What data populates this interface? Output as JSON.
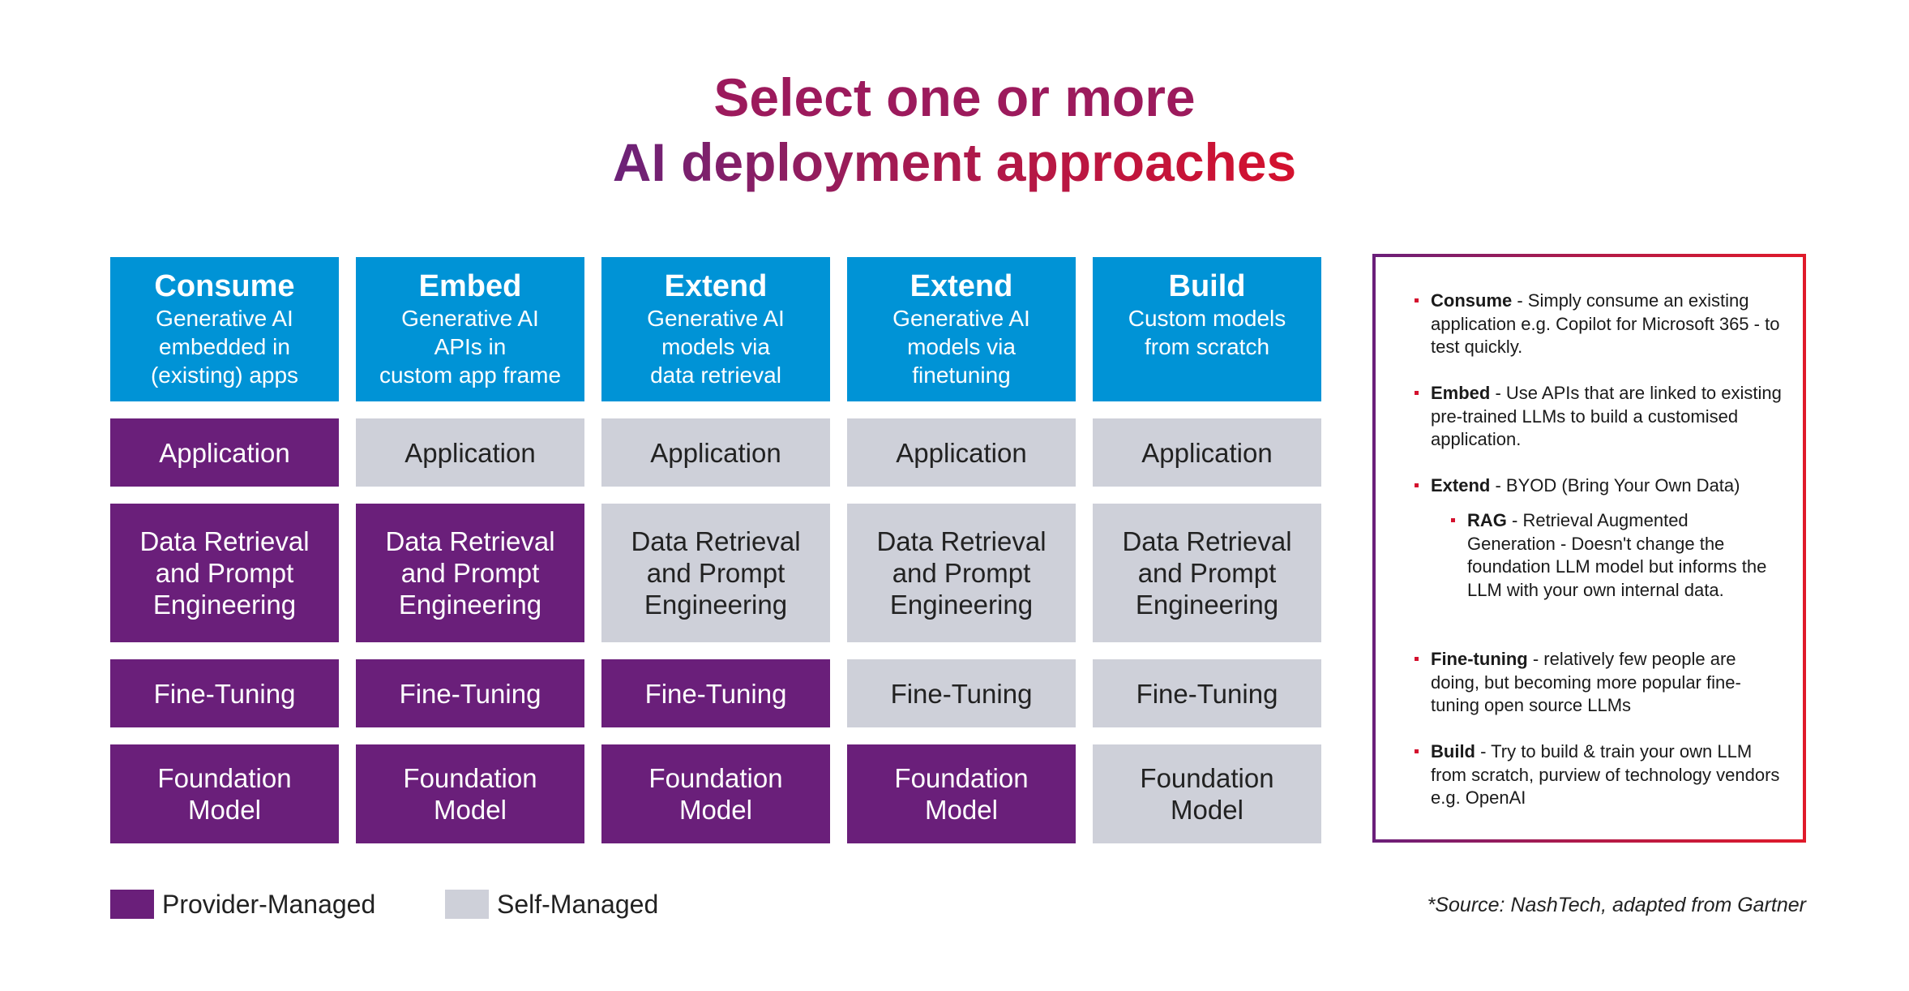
{
  "title": {
    "line1": "Select one or more",
    "line2": "AI deployment approaches"
  },
  "columns": [
    {
      "title": "Consume",
      "subtitle": [
        "Generative AI",
        "embedded in",
        "(existing) apps"
      ],
      "layers": [
        {
          "label": "Application",
          "managed": "provider"
        },
        {
          "label": "Data Retrieval and Prompt Engineering",
          "managed": "provider"
        },
        {
          "label": "Fine-Tuning",
          "managed": "provider"
        },
        {
          "label": "Foundation Model",
          "managed": "provider"
        }
      ]
    },
    {
      "title": "Embed",
      "subtitle": [
        "Generative AI",
        "APIs in",
        "custom app frame"
      ],
      "layers": [
        {
          "label": "Application",
          "managed": "self"
        },
        {
          "label": "Data Retrieval and Prompt Engineering",
          "managed": "provider"
        },
        {
          "label": "Fine-Tuning",
          "managed": "provider"
        },
        {
          "label": "Foundation Model",
          "managed": "provider"
        }
      ]
    },
    {
      "title": "Extend",
      "subtitle": [
        "Generative AI",
        "models via",
        "data retrieval"
      ],
      "layers": [
        {
          "label": "Application",
          "managed": "self"
        },
        {
          "label": "Data Retrieval and Prompt Engineering",
          "managed": "self"
        },
        {
          "label": "Fine-Tuning",
          "managed": "provider"
        },
        {
          "label": "Foundation Model",
          "managed": "provider"
        }
      ]
    },
    {
      "title": "Extend",
      "subtitle": [
        "Generative AI",
        "models via",
        "finetuning"
      ],
      "layers": [
        {
          "label": "Application",
          "managed": "self"
        },
        {
          "label": "Data Retrieval and Prompt Engineering",
          "managed": "self"
        },
        {
          "label": "Fine-Tuning",
          "managed": "self"
        },
        {
          "label": "Foundation Model",
          "managed": "provider"
        }
      ]
    },
    {
      "title": "Build",
      "subtitle": [
        "Custom models",
        "from scratch"
      ],
      "layers": [
        {
          "label": "Application",
          "managed": "self"
        },
        {
          "label": "Data Retrieval and Prompt Engineering",
          "managed": "self"
        },
        {
          "label": "Fine-Tuning",
          "managed": "self"
        },
        {
          "label": "Foundation Model",
          "managed": "self"
        }
      ]
    }
  ],
  "notes": [
    {
      "term": "Consume",
      "text": " - Simply consume an existing application e.g. Copilot for Microsoft 365 - to test quickly."
    },
    {
      "term": "Embed",
      "text": " - Use APIs that are linked to existing pre-trained LLMs to build a customised application."
    },
    {
      "term": "Extend",
      "text": " - BYOD (Bring Your Own Data)"
    },
    {
      "term": "RAG",
      "text": " - Retrieval Augmented Generation - Doesn't change the foundation LLM model but informs the LLM with your own internal data."
    },
    {
      "term": "Fine-tuning",
      "text": " - relatively few people are doing, but becoming more popular fine-tuning open source LLMs"
    },
    {
      "term": "Build",
      "text": " - Try to build & train your own LLM from scratch, purview of technology vendors e.g. OpenAI"
    }
  ],
  "legend": {
    "provider": "Provider-Managed",
    "self": "Self-Managed"
  },
  "source": "*Source: NashTech, adapted from Gartner",
  "colors": {
    "header": "#0093d6",
    "provider": "#6a1f7a",
    "self": "#ced0d9",
    "accent": "#d4112e"
  }
}
